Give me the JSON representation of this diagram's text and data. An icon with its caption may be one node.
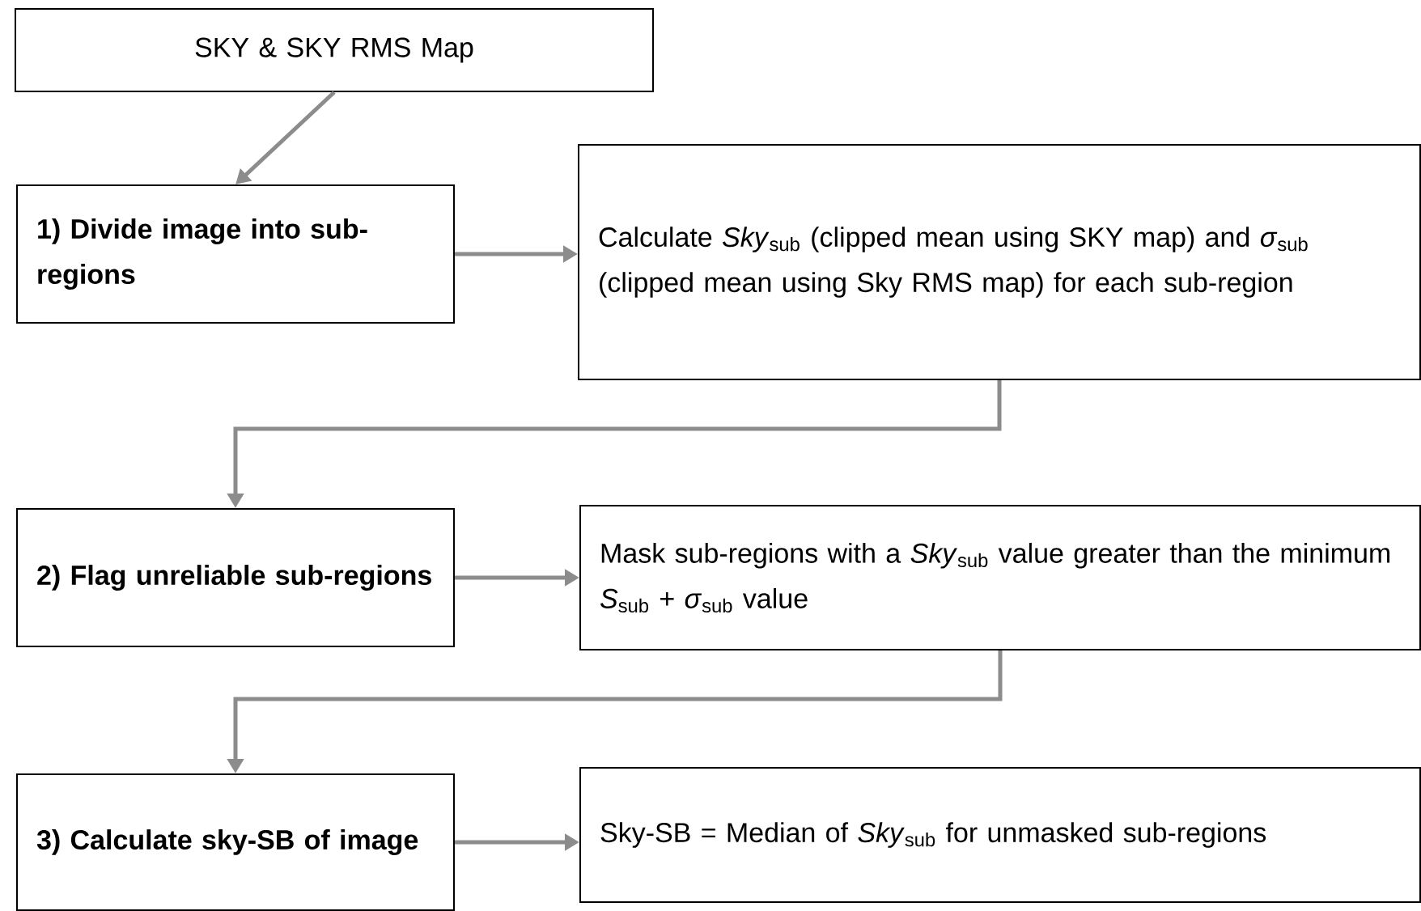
{
  "diagram": {
    "nodes": [
      {
        "text": [
          "SKY & SKY RMS Map"
        ]
      },
      {
        "text": [
          "1) Divide image into sub-regions"
        ]
      },
      {
        "text": [
          "Calculate *Sky*$_{sub}$ (clipped mean using SKY map) and *σ*$_{sub}$ (clipped mean using Sky RMS map) for each sub-region"
        ]
      },
      {
        "text": [
          "2) Flag unreliable sub-regions"
        ]
      },
      {
        "text": [
          "Mask sub-regions with a *Sky*$_{sub}$ value greater than the minimum *S*$_{sub}$ + *σ*$_{sub}$ value"
        ]
      },
      {
        "text": [
          "3) Calculate sky-SB of image"
        ]
      },
      {
        "text": [
          "Sky-SB = Median of *Sky*$_{sub}$ for unmasked sub-regions"
        ]
      }
    ],
    "edges": [
      {
        "from": 0,
        "to": 1,
        "arrow": "to"
      },
      {
        "from": 1,
        "to": 2,
        "arrow": "to"
      },
      {
        "from": 2,
        "to": 3,
        "arrow": "to"
      },
      {
        "from": 3,
        "to": 4,
        "arrow": "to"
      },
      {
        "from": 4,
        "to": 5,
        "arrow": "to"
      },
      {
        "from": 5,
        "to": 6,
        "arrow": "to"
      }
    ]
  }
}
